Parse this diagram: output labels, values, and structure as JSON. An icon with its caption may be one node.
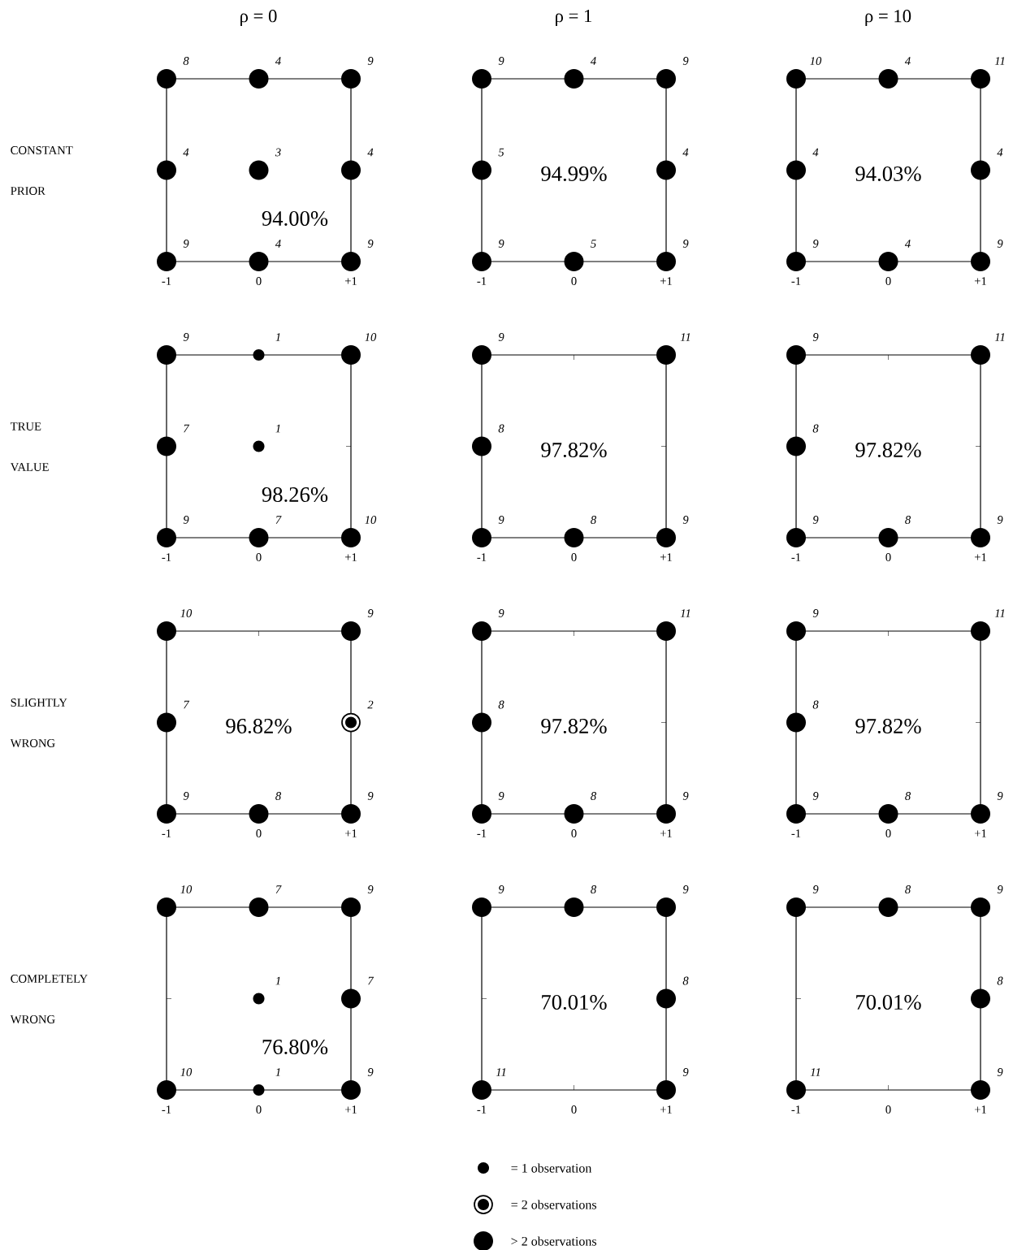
{
  "diagram": {
    "nodes": [
      {
        "text": [
          "94.00%"
        ]
      },
      {
        "text": [
          "94.99%"
        ]
      },
      {
        "text": [
          "94.03%"
        ]
      },
      {
        "text": [
          "98.26%"
        ]
      },
      {
        "text": [
          "97.82%"
        ]
      },
      {
        "text": [
          "97.82%"
        ]
      },
      {
        "text": [
          "96.82%"
        ]
      },
      {
        "text": [
          "97.82%"
        ]
      },
      {
        "text": [
          "97.82%"
        ]
      },
      {
        "text": [
          "76.80%"
        ]
      },
      {
        "text": [
          "70.01%"
        ]
      },
      {
        "text": [
          "70.01%"
        ]
      }
    ],
    "labels": [
      "ρ = 0",
      "ρ = 1",
      "ρ = 10",
      "CONSTANT",
      "PRIOR",
      "8",
      "4",
      "9",
      "4",
      "3",
      "4",
      "9",
      "4",
      "9",
      "-1",
      "0",
      "+1",
      "9",
      "4",
      "9",
      "5",
      "4",
      "9",
      "5",
      "9",
      "-1",
      "0",
      "+1",
      "10",
      "4",
      "11",
      "4",
      "4",
      "9",
      "4",
      "9",
      "-1",
      "0",
      "+1",
      "TRUE",
      "VALUE",
      "9",
      "1",
      "10",
      "7",
      "1",
      "9",
      "7",
      "10",
      "-1",
      "0",
      "+1",
      "9",
      "11",
      "8",
      "9",
      "8",
      "9",
      "-1",
      "0",
      "+1",
      "9",
      "11",
      "8",
      "9",
      "8",
      "9",
      "-1",
      "0",
      "+1",
      "SLIGHTLY",
      "WRONG",
      "10",
      "9",
      "7",
      "2",
      "9",
      "8",
      "9",
      "-1",
      "0",
      "+1",
      "9",
      "11",
      "8",
      "9",
      "8",
      "9",
      "-1",
      "0",
      "+1",
      "9",
      "11",
      "8",
      "9",
      "8",
      "9",
      "-1",
      "0",
      "+1",
      "COMPLETELY",
      "WRONG",
      "10",
      "7",
      "9",
      "1",
      "7",
      "10",
      "1",
      "9",
      "-1",
      "0",
      "+1",
      "9",
      "8",
      "9",
      "8",
      "11",
      "9",
      "-1",
      "0",
      "+1",
      "9",
      "8",
      "9",
      "8",
      "11",
      "9",
      "-1",
      "0",
      "+1"
    ],
    "legend": [
      {
        "text": "= 1 observation"
      },
      {
        "text": "= 2 observations"
      },
      {
        "text": "> 2 observations"
      }
    ]
  }
}
